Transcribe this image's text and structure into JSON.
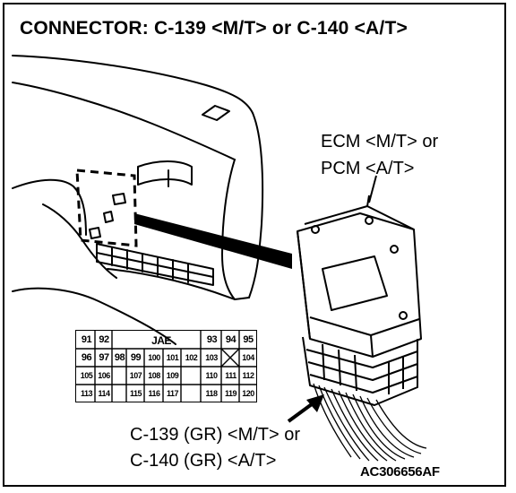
{
  "title": "CONNECTOR: C-139 <M/T> or C-140 <A/T>",
  "ecm_label": {
    "line1": "ECM <M/T> or",
    "line2": "PCM <A/T>"
  },
  "connector_label": {
    "line1": "C-139 (GR) <M/T> or",
    "line2": "C-140 (GR) <A/T>"
  },
  "figure_code": "AC306656AF",
  "connector_face": {
    "marking": "JAE",
    "rows": [
      [
        "91",
        "92",
        "",
        "",
        "",
        "",
        "",
        "93",
        "94",
        "95"
      ],
      [
        "96",
        "97",
        "98",
        "99",
        "100",
        "101",
        "102",
        "103",
        "",
        "104"
      ],
      [
        "105",
        "106",
        "",
        "107",
        "108",
        "109",
        "",
        "110",
        "111",
        "112"
      ],
      [
        "113",
        "114",
        "",
        "115",
        "116",
        "117",
        "",
        "118",
        "119",
        "120"
      ]
    ]
  }
}
